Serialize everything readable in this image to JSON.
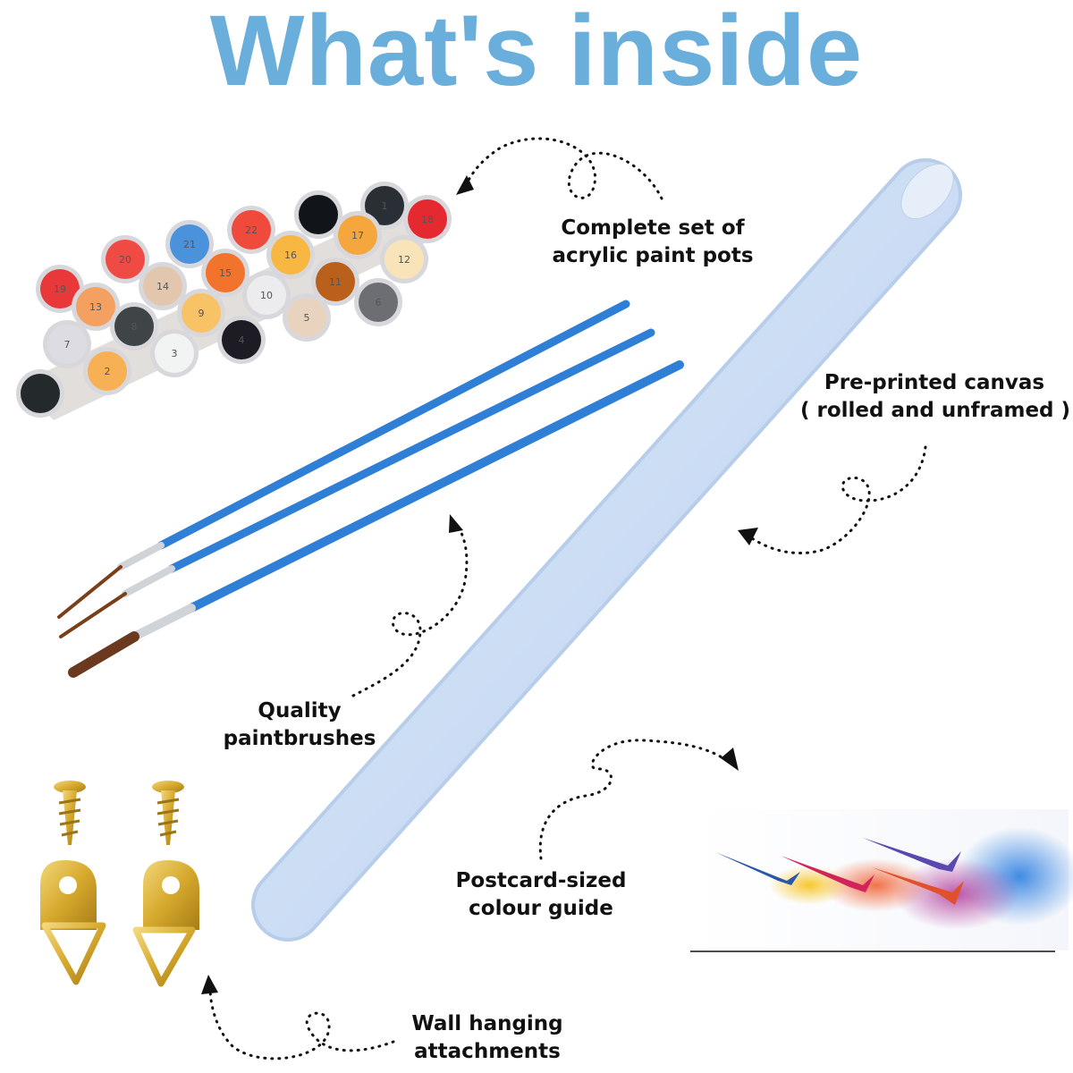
{
  "title": "What's inside",
  "items": {
    "paint_pots": {
      "line1": "Complete set of",
      "line2": "acrylic paint pots"
    },
    "canvas": {
      "line1": "Pre-printed canvas",
      "line2": "( rolled and unframed )"
    },
    "brushes": {
      "line1": "Quality",
      "line2": "paintbrushes"
    },
    "colour_guide": {
      "line1": "Postcard-sized",
      "line2": "colour guide"
    },
    "hanging": {
      "line1": "Wall hanging",
      "line2": "attachments"
    }
  },
  "pot_numbers": [
    "19",
    "20",
    "21",
    "22",
    "1",
    "18",
    "13",
    "14",
    "15",
    "16",
    "17",
    "12",
    "8",
    "9",
    "10",
    "11",
    "6",
    "7",
    "3",
    "4",
    "5",
    "2"
  ],
  "colors": {
    "title": "#6aaedb",
    "brush": "#2f7fd6",
    "canvas": "#c8dcf4",
    "gold": "#d9b13a"
  }
}
